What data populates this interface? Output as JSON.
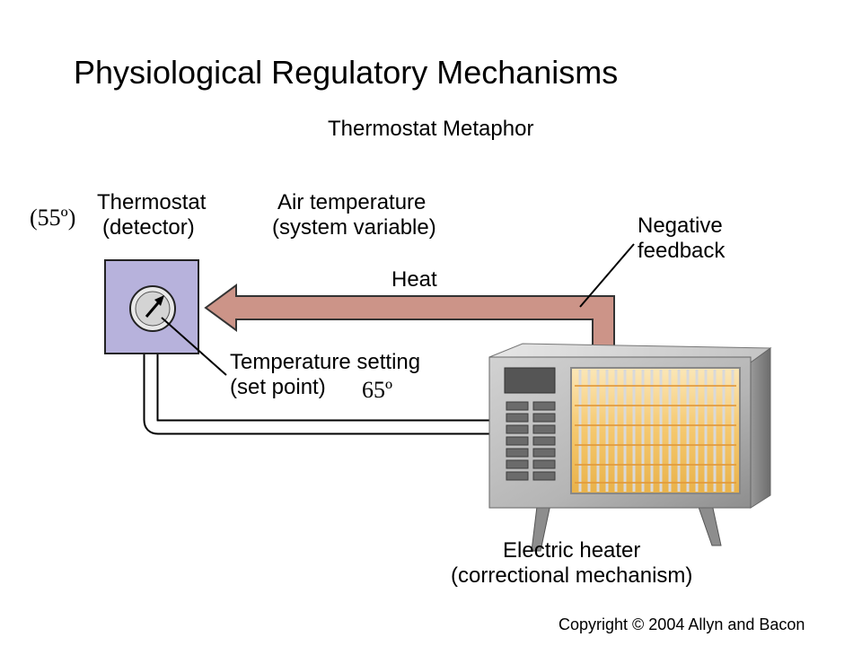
{
  "slide": {
    "title": "Physiological Regulatory Mechanisms",
    "subtitle": "Thermostat Metaphor",
    "copyright": "Copyright © 2004 Allyn and Bacon"
  },
  "diagram": {
    "thermostat_line1": "Thermostat",
    "thermostat_line2": "(detector)",
    "air_temp_line1": "Air temperature",
    "air_temp_line2": "(system variable)",
    "negative_line1": "Negative",
    "negative_line2": "feedback",
    "heat": "Heat",
    "setting_line1": "Temperature setting",
    "setting_line2": "(set point)",
    "heater_line1": "Electric heater",
    "heater_line2": "(correctional mechanism)",
    "current_temp": "(55º)",
    "set_point_value": "65º"
  },
  "colors": {
    "thermostat_fill": "#b7b2dc",
    "heat_arrow_fill": "#cc9488",
    "heater_body": "#b8b8b8",
    "heater_glow": "#f4c06a"
  }
}
